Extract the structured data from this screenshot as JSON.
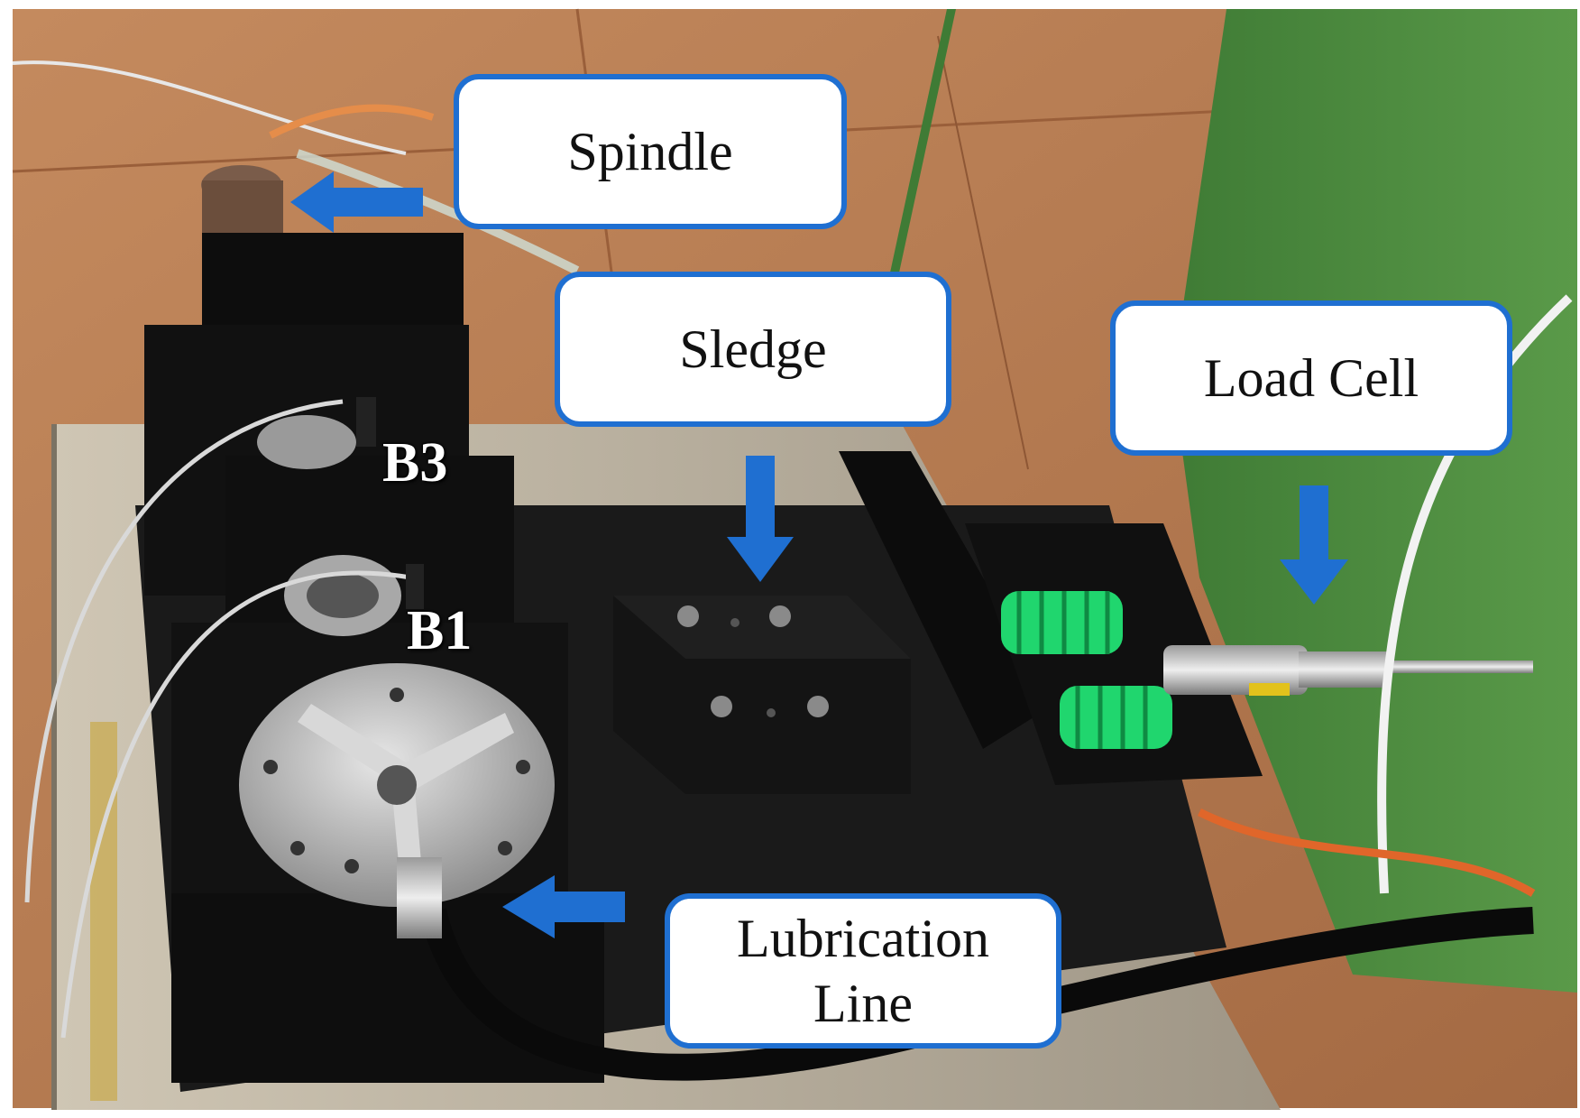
{
  "callouts": {
    "spindle": "Spindle",
    "sledge": "Sledge",
    "load_cell": "Load Cell",
    "lubrication_line": "Lubrication\nLine"
  },
  "bearing_labels": {
    "b3": "B3",
    "b1": "B1"
  },
  "colors": {
    "callout_border": "#1f6fd1",
    "arrow": "#1f6fd1",
    "spring": "#22e070",
    "cardboard": "#b27a52",
    "green_wall": "#4c8a3f"
  }
}
